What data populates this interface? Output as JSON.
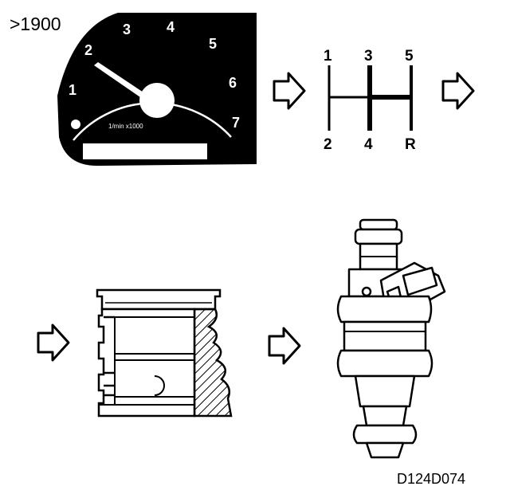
{
  "rpm_threshold": ">1900",
  "tachometer": {
    "numbers": [
      "1",
      "2",
      "3",
      "4",
      "5",
      "6",
      "7"
    ],
    "unit_label": "1/min x1000"
  },
  "gear_pattern": {
    "top": [
      "1",
      "3",
      "5"
    ],
    "bottom": [
      "2",
      "4",
      "R"
    ]
  },
  "figure_code": "D124D074"
}
